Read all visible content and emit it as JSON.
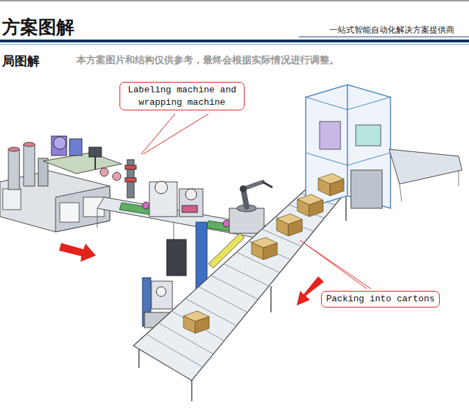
{
  "diagram": {
    "title": "方案图解",
    "nodes": [
      {
        "text": [
          "Labeling machine and wrapping machine"
        ]
      },
      {
        "text": [
          "Packing into cartons"
        ]
      }
    ],
    "labels": [
      "一站式智能自动化解决方案提供商",
      "局图解",
      "本方案图片和结构仅供参考，最终会根据实际情况进行调整。"
    ]
  }
}
